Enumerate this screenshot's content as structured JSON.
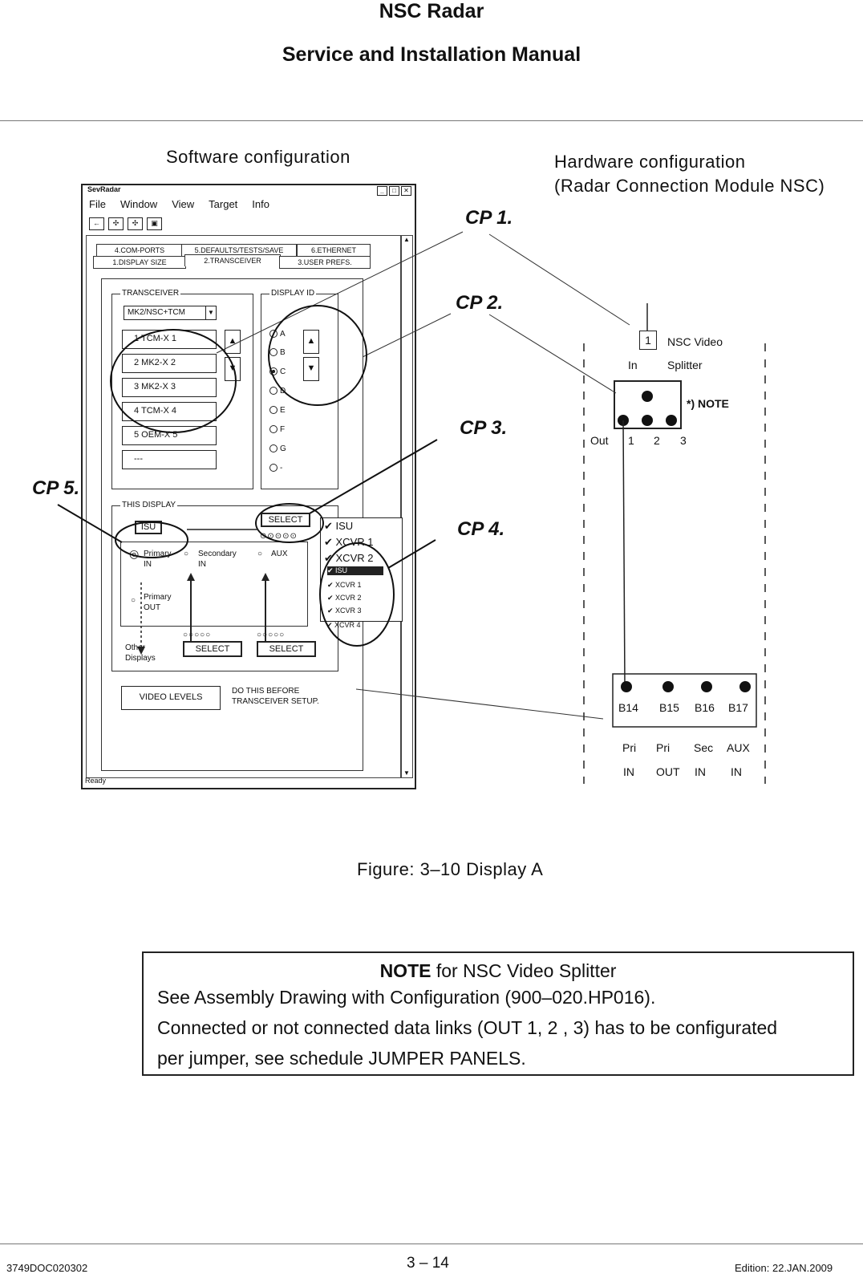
{
  "header": {
    "line1": "NSC Radar",
    "line2": "Service and Installation Manual"
  },
  "labels": {
    "software": "Software configuration",
    "hardware": "Hardware configuration",
    "hardware_sub": "(Radar Connection Module NSC)"
  },
  "callouts": {
    "cp1": "CP 1.",
    "cp2": "CP 2.",
    "cp3": "CP 3.",
    "cp4": "CP 4.",
    "cp5": "CP 5."
  },
  "app": {
    "title": "SevRadar",
    "menu": [
      "File",
      "Window",
      "View",
      "Target",
      "Info"
    ],
    "tabs_row1": [
      "4.COM-PORTS",
      "5.DEFAULTS/TESTS/SAVE",
      "6.ETHERNET"
    ],
    "tabs_row2": [
      "1.DISPLAY SIZE",
      "2.TRANSCEIVER",
      "3.USER PREFS."
    ],
    "transceiver": {
      "group_label": "TRANSCEIVER",
      "dropdown": "MK2/NSC+TCM",
      "items": [
        "1  TCM-X  1",
        "2  MK2-X  2",
        "3  MK2-X  3",
        "4  TCM-X  4",
        "5  OEM-X  5",
        "---"
      ]
    },
    "display_id": {
      "group_label": "DISPLAY ID",
      "options": [
        "A",
        "B",
        "C",
        "D",
        "E",
        "F",
        "G",
        "-"
      ],
      "selected": "C"
    },
    "this_display": {
      "group_label": "THIS DISPLAY",
      "isu": "ISU",
      "select": "SELECT",
      "primary_in": "Primary\nIN",
      "secondary_in": "Secondary\nIN",
      "aux": "AUX",
      "primary_out": "Primary\nOUT",
      "other_displays": "Other\nDisplays"
    },
    "dropdown_large": [
      "ISU",
      "XCVR 1",
      "XCVR 2"
    ],
    "dropdown_small": [
      "ISU",
      "XCVR 1",
      "XCVR 2",
      "XCVR 3",
      "XCVR 4"
    ],
    "video_levels": "VIDEO LEVELS",
    "do_this": "DO THIS BEFORE\nTRANSCEIVER SETUP.",
    "status": "Ready"
  },
  "hardware": {
    "splitter_num": "1",
    "splitter_label": "NSC Video\nSplitter",
    "in_label": "In",
    "note_ref": "*) NOTE",
    "out_label": "Out",
    "out_nums": [
      "1",
      "2",
      "3"
    ],
    "pins": [
      "B14",
      "B15",
      "B16",
      "B17"
    ],
    "pin_func_1": [
      "Pri",
      "Pri",
      "Sec",
      "AUX"
    ],
    "pin_func_2": [
      "IN",
      "OUT",
      "IN",
      "IN"
    ]
  },
  "caption": "Figure: 3–10 Display A",
  "note": {
    "title_bold": "NOTE",
    "title_rest": " for NSC Video Splitter",
    "lines": [
      "See Assembly Drawing with Configuration (900–020.HP016).",
      "Connected or not connected data links (OUT 1, 2 , 3) has to be configurated",
      "per jumper, see schedule JUMPER PANELS."
    ]
  },
  "footer": {
    "doc": "3749DOC020302",
    "page": "3 – 14",
    "edition": "Edition: 22.JAN.2009"
  }
}
